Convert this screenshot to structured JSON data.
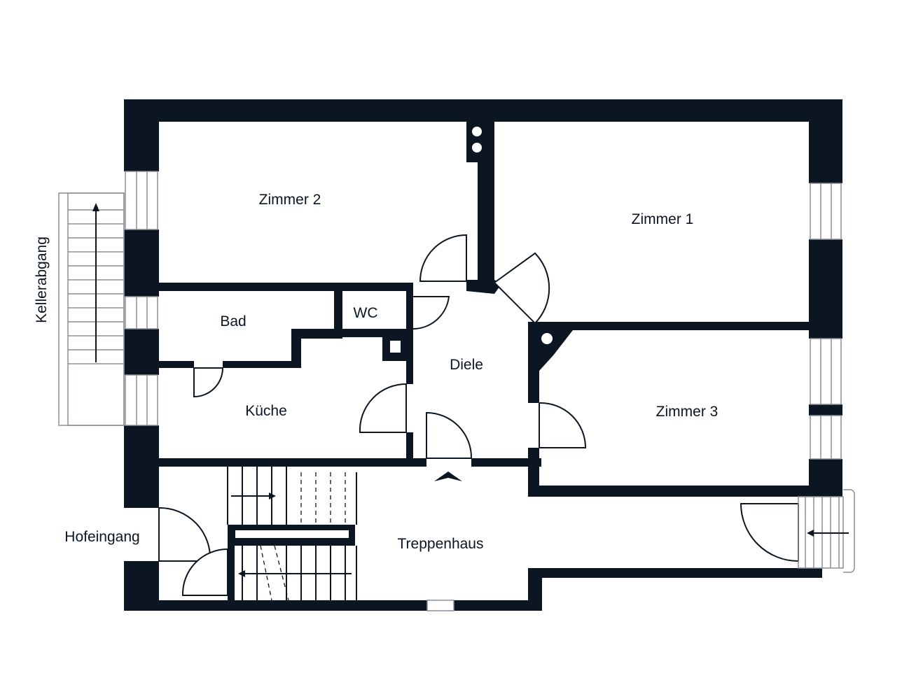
{
  "rooms": {
    "zimmer1": "Zimmer 1",
    "zimmer2": "Zimmer 2",
    "zimmer3": "Zimmer 3",
    "bad": "Bad",
    "wc": "WC",
    "diele": "Diele",
    "kueche": "Küche",
    "treppenhaus": "Treppenhaus"
  },
  "labels": {
    "hofeingang": "Hofeingang",
    "kellerabgang": "Kellerabgang"
  },
  "colors": {
    "wall": "#0b1622",
    "background": "#ffffff"
  }
}
